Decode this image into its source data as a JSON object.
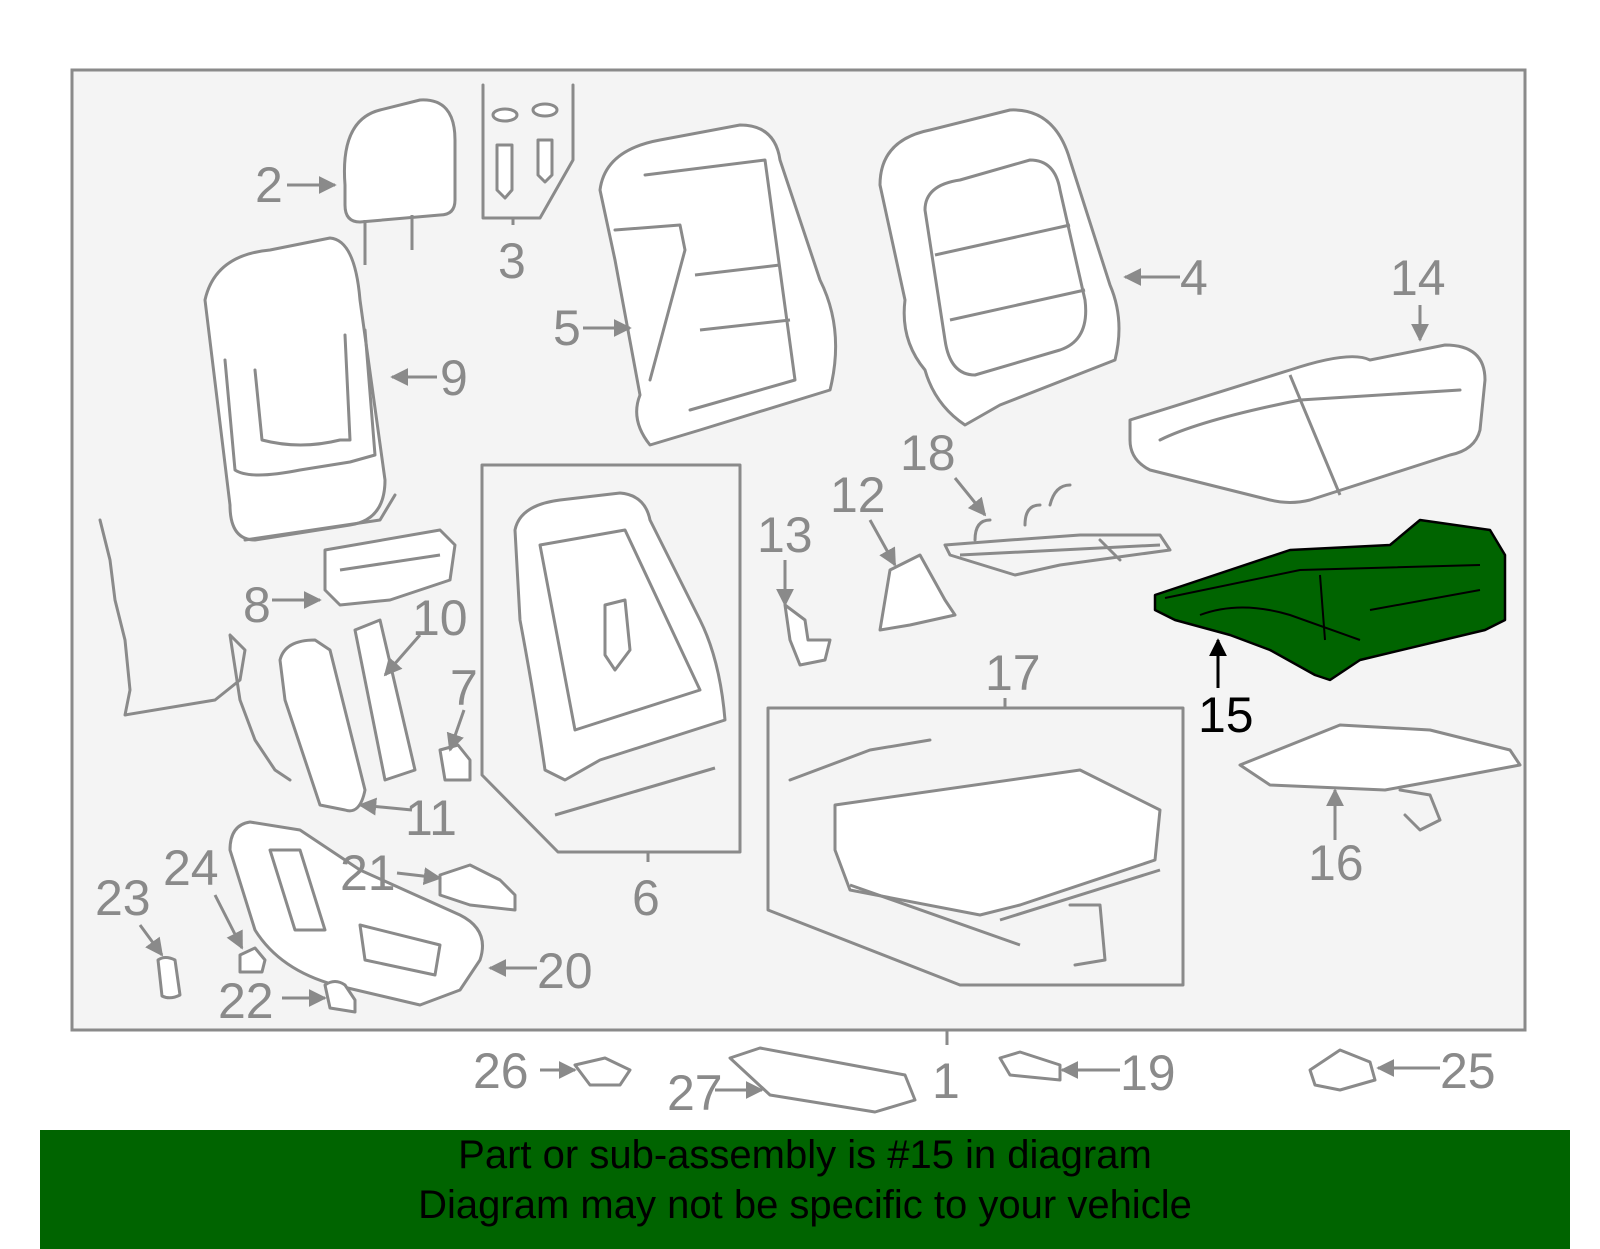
{
  "diagram": {
    "labels": [
      "1",
      "2",
      "3",
      "4",
      "5",
      "6",
      "7",
      "8",
      "9",
      "10",
      "11",
      "12",
      "13",
      "14",
      "15",
      "16",
      "17",
      "18",
      "19",
      "20",
      "21",
      "22",
      "23",
      "24",
      "25",
      "26",
      "27"
    ],
    "highlight_label": "15"
  },
  "banner": {
    "line1": "Part or sub-assembly is #15 in diagram",
    "line2": "Diagram may not be specific to your vehicle"
  },
  "colors": {
    "banner_bg": "#006400",
    "highlight_part": "#006400",
    "panel_bg": "#f4f4f4",
    "line_gray": "#8a8a8a"
  }
}
